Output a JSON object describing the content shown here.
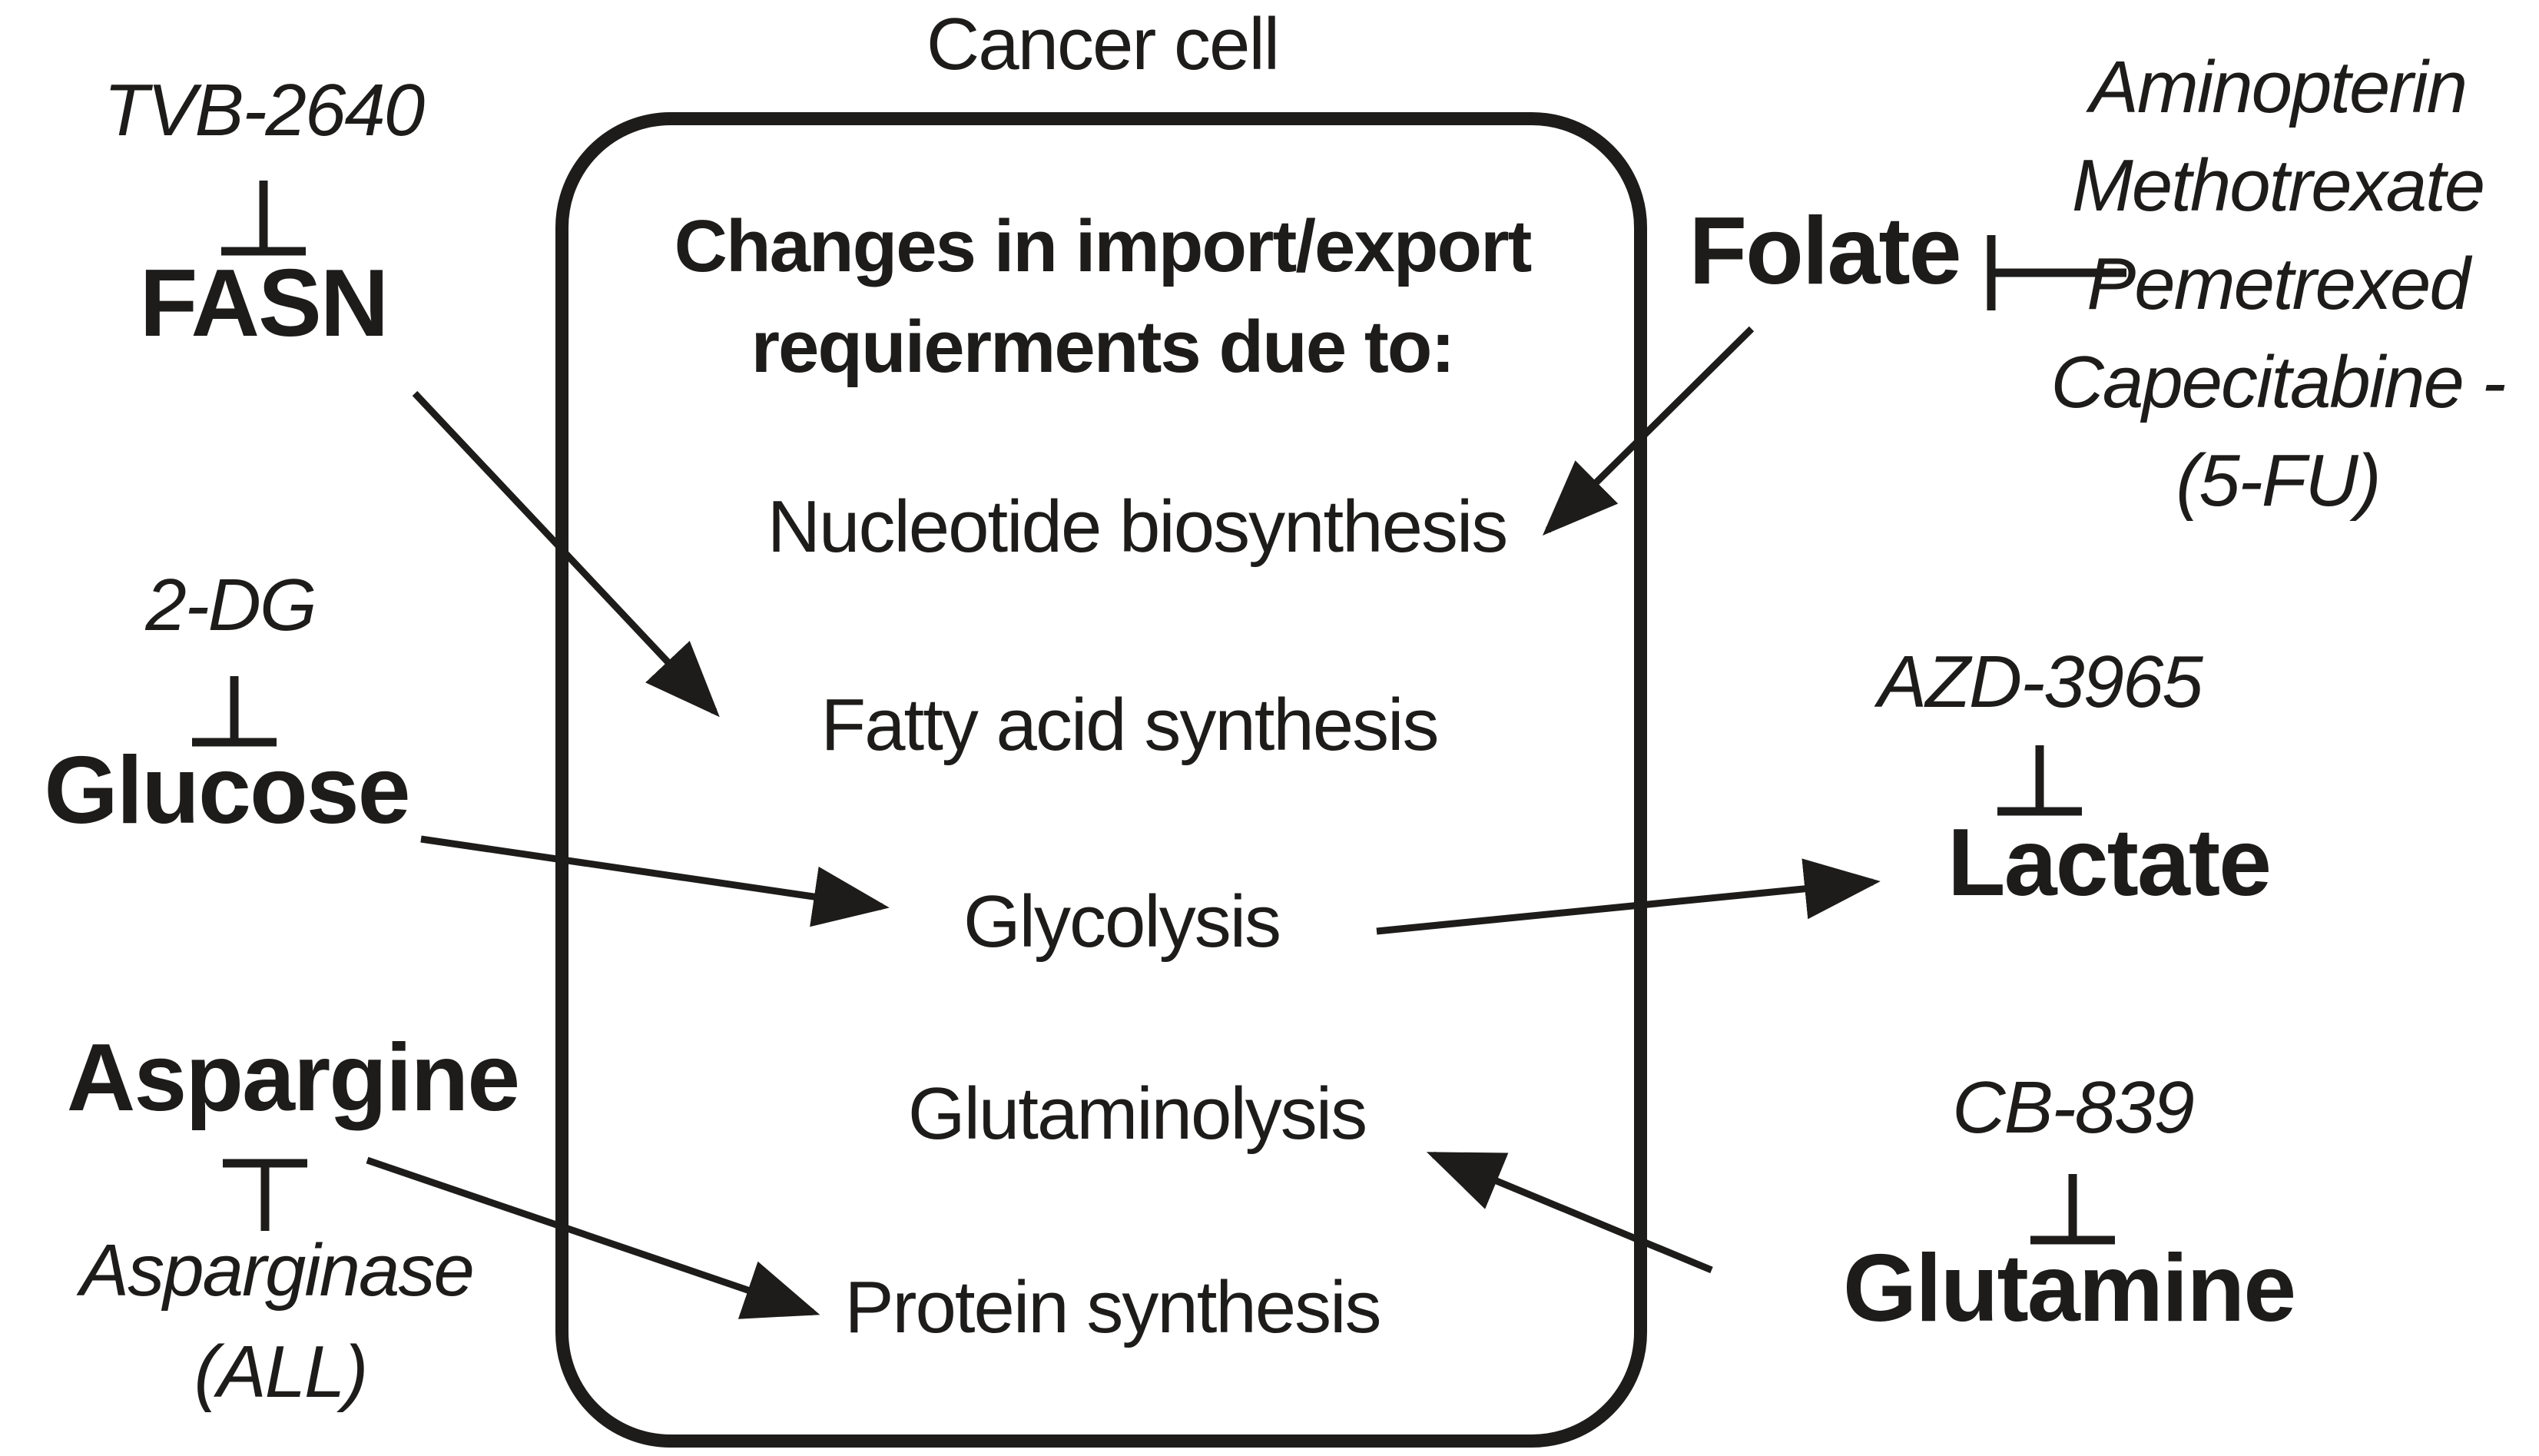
{
  "figure": {
    "cell": {
      "title": "Cancer cell",
      "header_line1": "Changes in import/export",
      "header_line2": "requierments due to:",
      "pathways": {
        "nucleotide": "Nucleotide biosynthesis",
        "fatty_acid": "Fatty acid synthesis",
        "glycolysis": "Glycolysis",
        "glutaminolysis": "Glutaminolysis",
        "protein": "Protein synthesis"
      }
    },
    "metabolites": {
      "fasn": "FASN",
      "glucose": "Glucose",
      "aspargine": "Aspargine",
      "folate": "Folate",
      "lactate": "Lactate",
      "glutamine": "Glutamine"
    },
    "inhibitors": {
      "tvb2640": "TVB-2640",
      "dg2": "2-DG",
      "asparginase_line1": "Asparginase",
      "asparginase_line2": "(ALL)",
      "azd3965": "AZD-3965",
      "cb839": "CB-839",
      "folate_drugs": {
        "aminopterin": "Aminopterin",
        "methotrexate": "Methotrexate",
        "pemetrexed": "Pemetrexed",
        "capecitabine": "Capecitabine -",
        "fu5": "(5-FU)"
      }
    },
    "colors": {
      "ink": "#1d1c1b",
      "background": "#ffffff"
    }
  }
}
